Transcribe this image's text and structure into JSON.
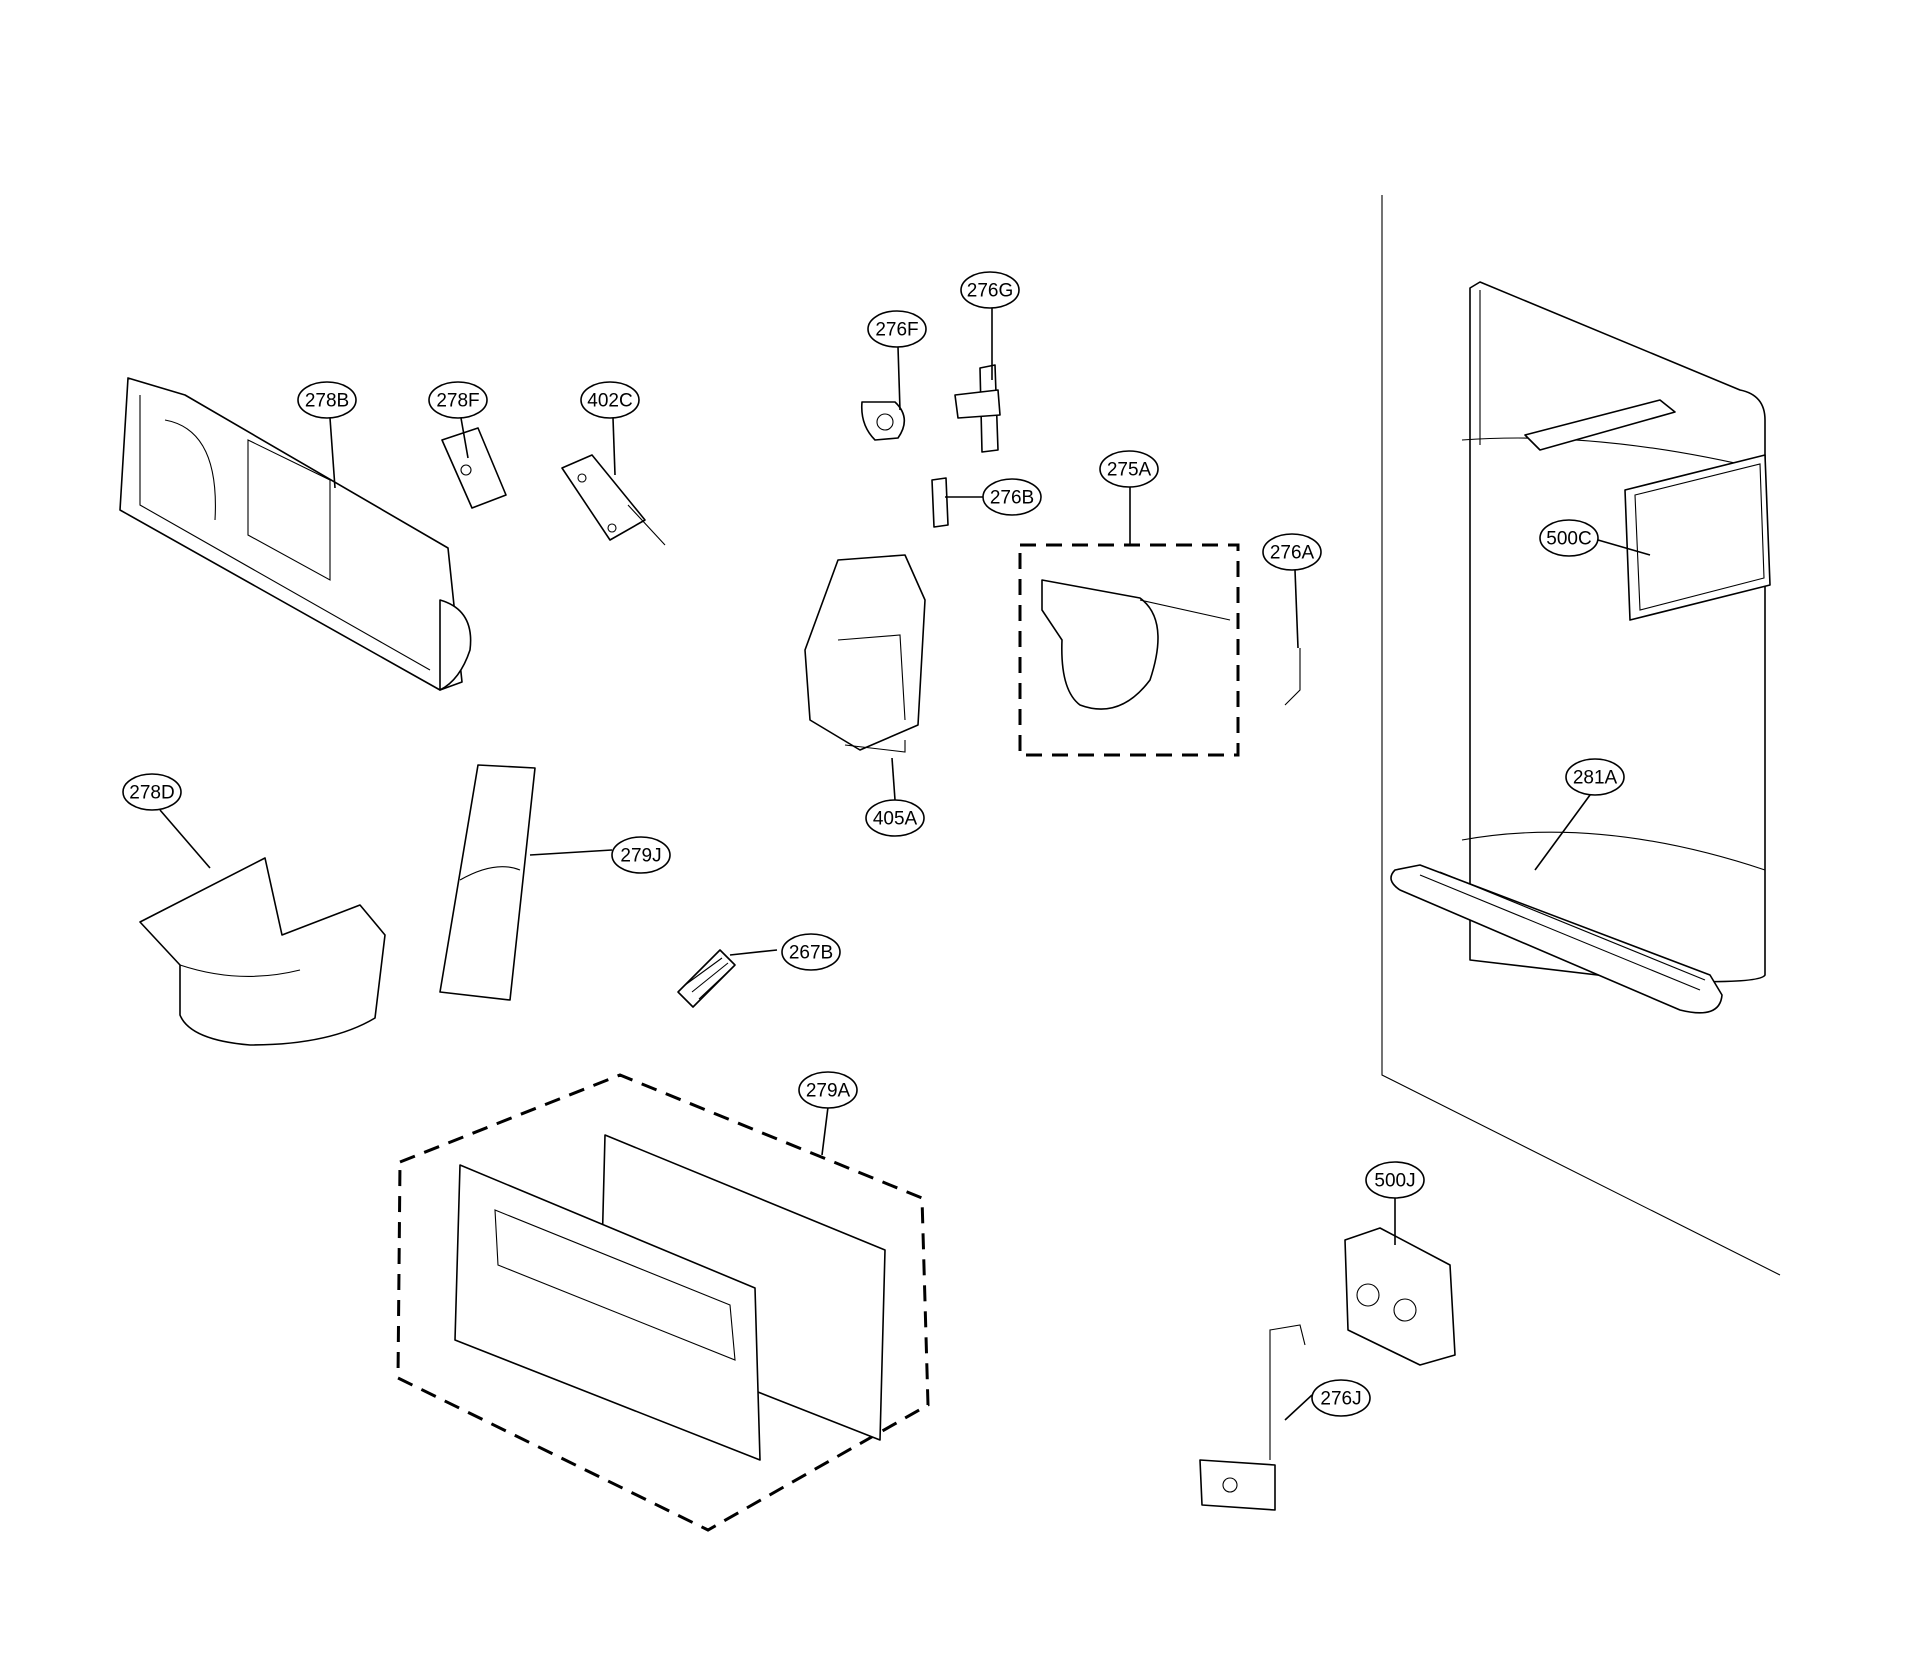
{
  "labels": [
    {
      "id": "278B",
      "text": "278B"
    },
    {
      "id": "278F",
      "text": "278F"
    },
    {
      "id": "402C",
      "text": "402C"
    },
    {
      "id": "276F",
      "text": "276F"
    },
    {
      "id": "276G",
      "text": "276G"
    },
    {
      "id": "276B",
      "text": "276B"
    },
    {
      "id": "275A",
      "text": "275A"
    },
    {
      "id": "276A",
      "text": "276A"
    },
    {
      "id": "500C",
      "text": "500C"
    },
    {
      "id": "405A",
      "text": "405A"
    },
    {
      "id": "278D",
      "text": "278D"
    },
    {
      "id": "279J",
      "text": "279J"
    },
    {
      "id": "267B",
      "text": "267B"
    },
    {
      "id": "281A",
      "text": "281A"
    },
    {
      "id": "279A",
      "text": "279A"
    },
    {
      "id": "500J",
      "text": "500J"
    },
    {
      "id": "276J",
      "text": "276J"
    }
  ]
}
